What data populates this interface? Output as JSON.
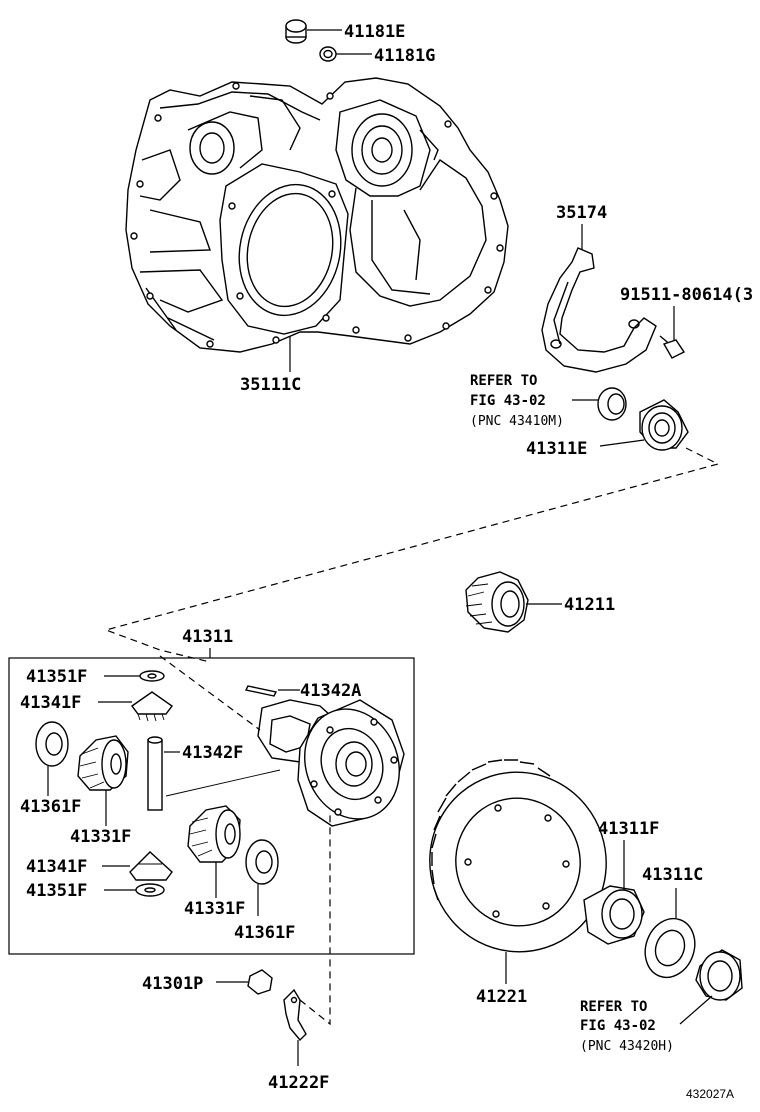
{
  "labels": {
    "p41181E": "41181E",
    "p41181G": "41181G",
    "p35174": "35174",
    "p91511": "91511-80614(3",
    "p35111C": "35111C",
    "p41311E": "41311E",
    "p41211": "41211",
    "p41311": "41311",
    "p41351F_top": "41351F",
    "p41341F_top": "41341F",
    "p41342A": "41342A",
    "p41342F": "41342F",
    "p41361F_left": "41361F",
    "p41331F_left": "41331F",
    "p41341F_bot": "41341F",
    "p41351F_bot": "41351F",
    "p41331F_right": "41331F",
    "p41361F_right": "41361F",
    "p41311F": "41311F",
    "p41311C": "41311C",
    "p41221": "41221",
    "p41301P": "41301P",
    "p41222F": "41222F"
  },
  "refer_top": {
    "line1": "REFER TO",
    "line2": "FIG 43-02",
    "line3": "(PNC 43410M)"
  },
  "refer_bottom": {
    "line1": "REFER TO",
    "line2": "FIG 43-02",
    "line3": "(PNC 43420H)"
  },
  "figure_number": "432027A"
}
